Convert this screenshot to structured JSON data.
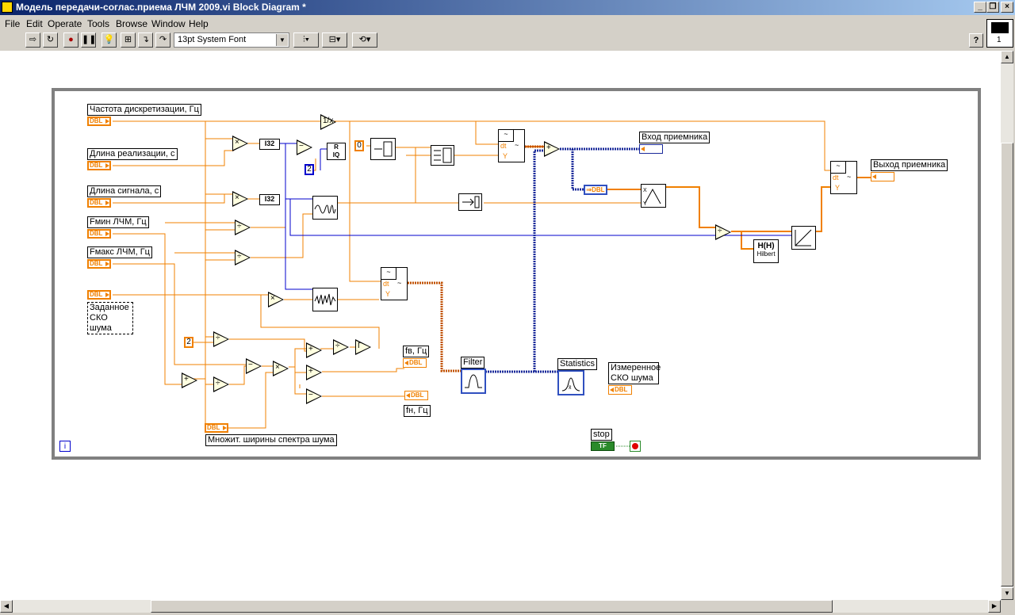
{
  "window": {
    "title": "Модель передачи-соглас.приема ЛЧМ 2009.vi Block Diagram *"
  },
  "menu": [
    "File",
    "Edit",
    "Operate",
    "Tools",
    "Browse",
    "Window",
    "Help"
  ],
  "toolbar": {
    "font": "13pt System Font",
    "context_help": "?",
    "connector_index": "1"
  },
  "diagram": {
    "controls": {
      "fs": "Частота дискретизации, Гц",
      "len_real": "Длина реализации, с",
      "len_sig": "Длина сигнала, с",
      "fmin": "Fмин ЛЧМ, Гц",
      "fmax": "Fмакс ЛЧМ, Гц",
      "noise": "Заданное СКО шума",
      "mult": "Множит. ширины спектра шума",
      "stop": "stop"
    },
    "type_label": "DBL",
    "tf_label": "TF",
    "int_label": "I32",
    "constants": [
      "0",
      "2",
      "2"
    ],
    "indicators": {
      "rx_in": "Вход приемника",
      "rx_out": "Выход приемника",
      "fv": "fв, Гц",
      "fn": "fн, Гц",
      "measured": "Измеренное СКО шума"
    },
    "express": {
      "filter": "Filter",
      "statistics": "Statistics"
    },
    "nodes": {
      "hilbert": "Hilbert",
      "hilbert_sym": "H(H)",
      "dt": "dt",
      "y": "Y",
      "r": "R",
      "iq": "IQ"
    },
    "info_icon": "i"
  }
}
